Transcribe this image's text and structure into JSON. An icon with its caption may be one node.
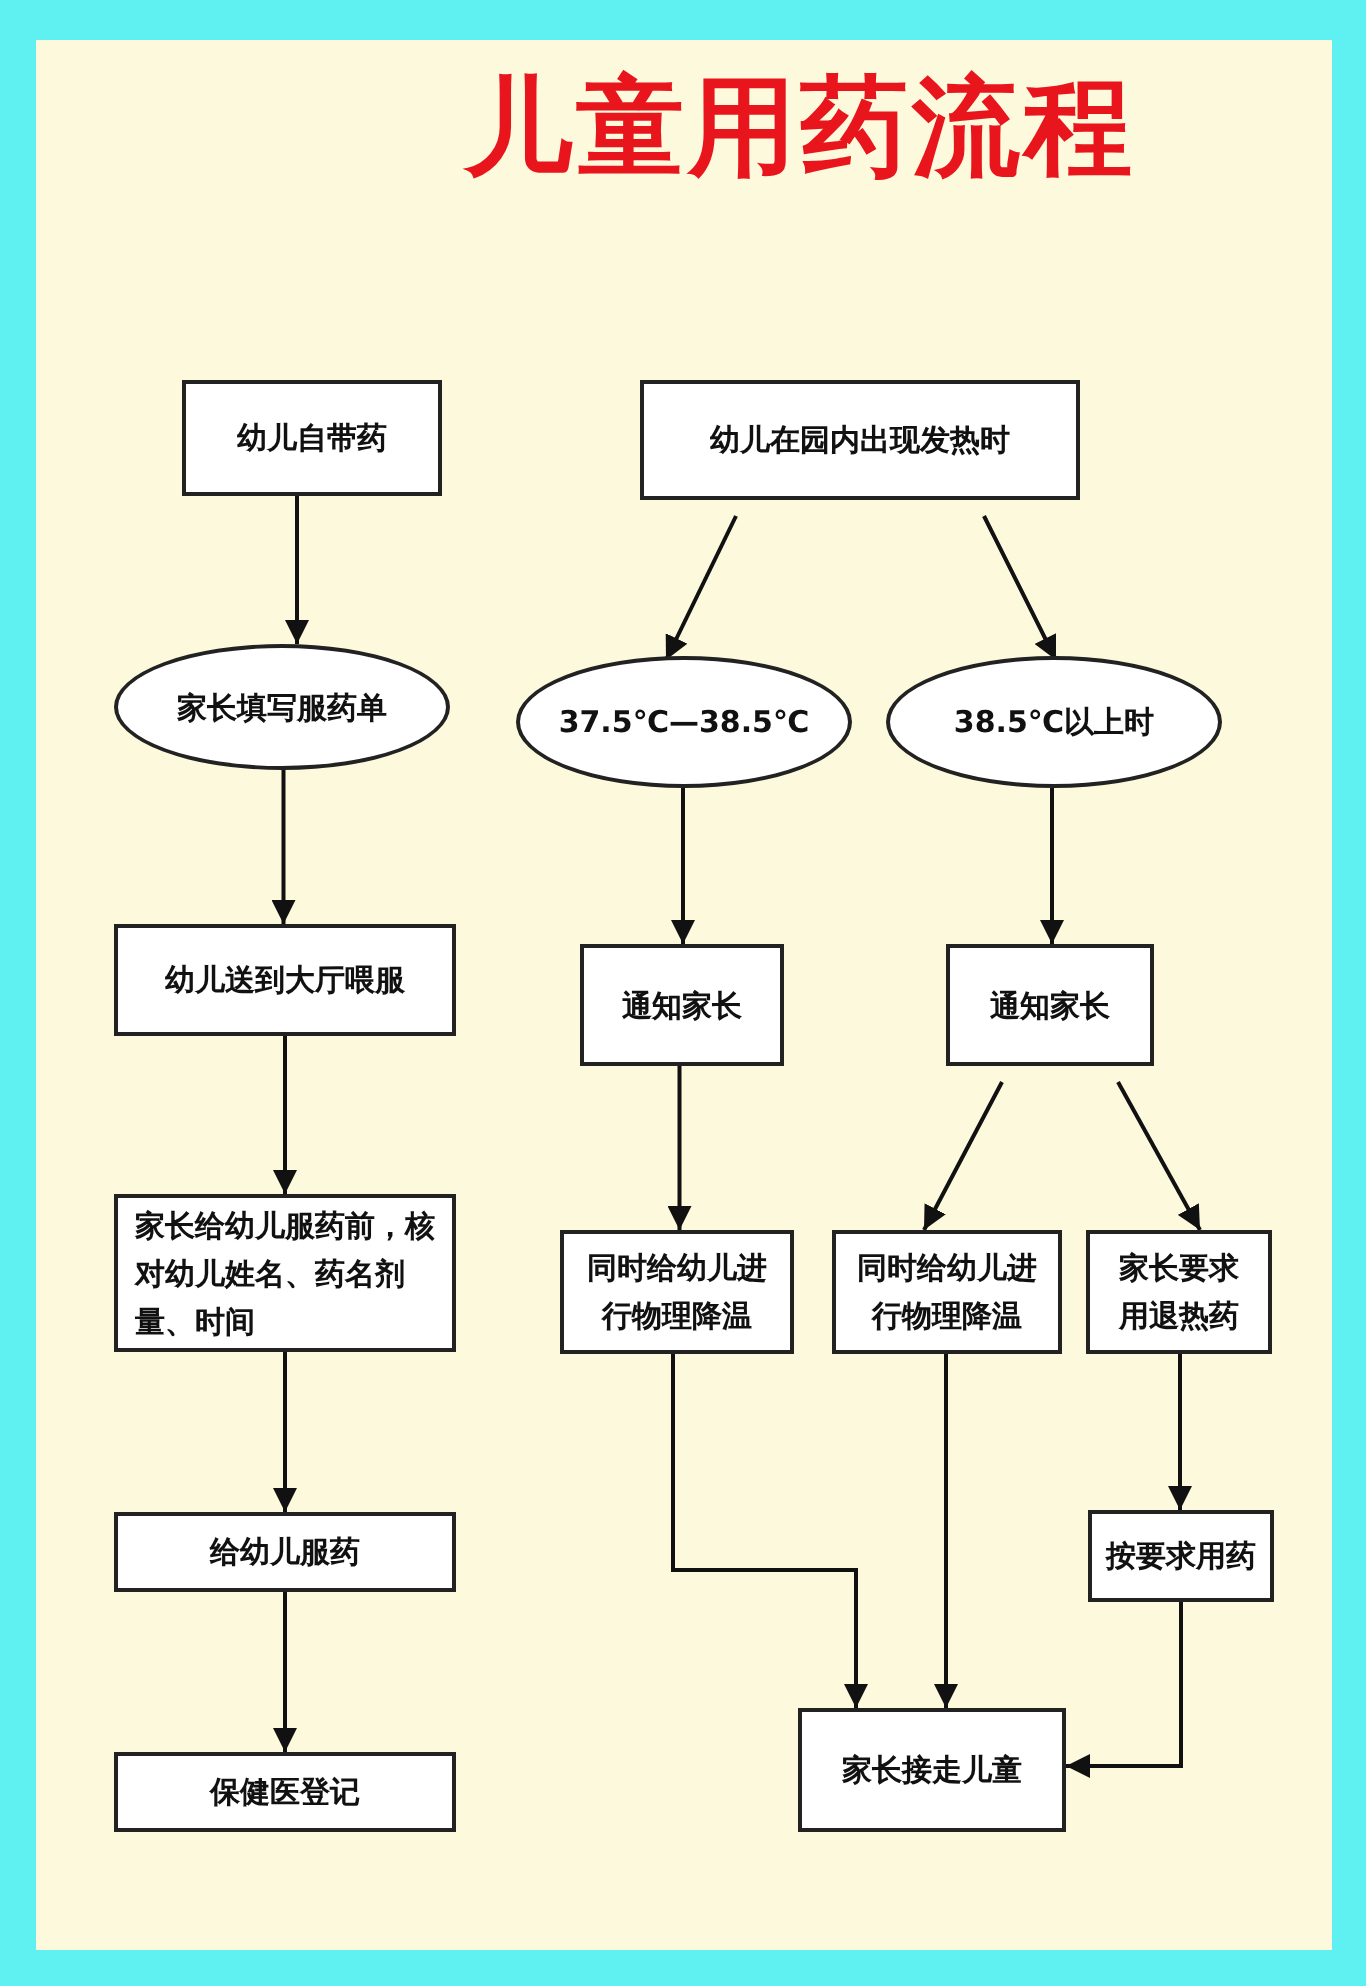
{
  "diagram": {
    "title": "儿童用药流程",
    "nodes": [
      {
        "text": [
          "幼儿自带药"
        ]
      },
      {
        "text": [
          "家长填写服药单"
        ]
      },
      {
        "text": [
          "幼儿送到大厅喂服"
        ]
      },
      {
        "text": [
          "家长给幼儿服药前，核对幼儿姓名、药名剂量、时间"
        ]
      },
      {
        "text": [
          "给幼儿服药"
        ]
      },
      {
        "text": [
          "保健医登记"
        ]
      },
      {
        "text": [
          "幼儿在园内出现发热时"
        ]
      },
      {
        "text": [
          "37.5℃—38.5℃"
        ]
      },
      {
        "text": [
          "38.5℃以上时"
        ]
      },
      {
        "text": [
          "通知家长"
        ]
      },
      {
        "text": [
          "通知家长"
        ]
      },
      {
        "text": [
          "同时给幼儿进行物理降温"
        ]
      },
      {
        "text": [
          "同时给幼儿进行物理降温"
        ]
      },
      {
        "text": [
          "家长要求用退热药"
        ]
      },
      {
        "text": [
          "按要求用药"
        ]
      },
      {
        "text": [
          "家长接走儿童"
        ]
      }
    ],
    "edges": [
      {
        "from": 0,
        "to": 1,
        "arrow": "to"
      },
      {
        "from": 1,
        "to": 2,
        "arrow": "to"
      },
      {
        "from": 2,
        "to": 3,
        "arrow": "to"
      },
      {
        "from": 3,
        "to": 4,
        "arrow": "to"
      },
      {
        "from": 4,
        "to": 5,
        "arrow": "to"
      },
      {
        "from": 6,
        "to": 7,
        "arrow": "to"
      },
      {
        "from": 6,
        "to": 8,
        "arrow": "to"
      },
      {
        "from": 7,
        "to": 9,
        "arrow": "to"
      },
      {
        "from": 8,
        "to": 10,
        "arrow": "to"
      },
      {
        "from": 9,
        "to": 11,
        "arrow": "to"
      },
      {
        "from": 10,
        "to": 12,
        "arrow": "to"
      },
      {
        "from": 10,
        "to": 13,
        "arrow": "to"
      },
      {
        "from": 13,
        "to": 14,
        "arrow": "to"
      },
      {
        "from": 11,
        "to": 15,
        "arrow": "to"
      },
      {
        "from": 12,
        "to": 15,
        "arrow": "to"
      },
      {
        "from": 14,
        "to": 15,
        "arrow": "to"
      }
    ]
  }
}
